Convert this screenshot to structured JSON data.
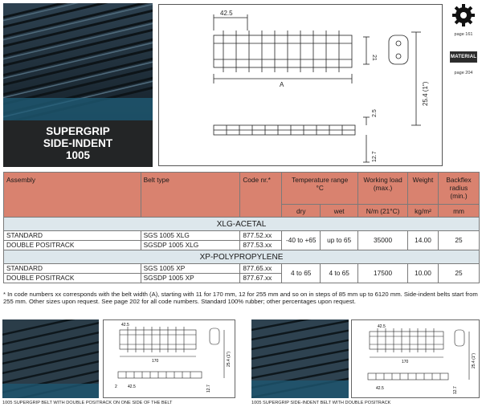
{
  "product": {
    "title_line1": "SUPERGRIP",
    "title_line2": "SIDE-INDENT",
    "title_line3": "1005"
  },
  "drawing": {
    "dim_pitch": "42.5",
    "dim_width_label": "A",
    "dim_thickness": "21",
    "dim_height": "25.4 (1\")",
    "dim_grip": "2.5",
    "dim_bottom": "12.7"
  },
  "references": {
    "sprocket_page": "page 161",
    "material_label": "MATERIAL",
    "material_page": "page 204"
  },
  "table": {
    "headers": {
      "assembly": "Assembly",
      "belt_type": "Belt type",
      "code": "Code nr.*",
      "temperature": "Temperature range",
      "temperature_unit": "°C",
      "load": "Working load (max.)",
      "weight": "Weight",
      "backflex": "Backflex radius (min.)",
      "dry": "dry",
      "wet": "wet",
      "load_unit": "N/m (21°C)",
      "weight_unit": "kg/m²",
      "backflex_unit": "mm"
    },
    "sections": [
      {
        "name": "XLG-ACETAL",
        "rows": [
          {
            "assembly": "STANDARD",
            "belt_type": "SGS 1005 XLG",
            "code": "877.52.xx"
          },
          {
            "assembly": "DOUBLE POSITRACK",
            "belt_type": "SGSDP 1005 XLG",
            "code": "877.53.xx"
          }
        ],
        "dry": "-40 to +65",
        "wet": "up to 65",
        "load": "35000",
        "weight": "14.00",
        "backflex": "25"
      },
      {
        "name": "XP-POLYPROPYLENE",
        "rows": [
          {
            "assembly": "STANDARD",
            "belt_type": "SGS 1005 XP",
            "code": "877.65.xx"
          },
          {
            "assembly": "DOUBLE POSITRACK",
            "belt_type": "SGSDP 1005 XP",
            "code": "877.67.xx"
          }
        ],
        "dry": "4 to 65",
        "wet": "4 to 65",
        "load": "17500",
        "weight": "10.00",
        "backflex": "25"
      }
    ]
  },
  "footnote": "* In code numbers xx corresponds with the belt width (A), starting with 11 for 170 mm, 12 for 255 mm and so on in steps of 85 mm up to 6120 mm. Side-indent belts start from 255 mm. Other sizes upon request. See page 202 for all code numbers. Standard 100% rubber; other percentages upon request.",
  "bottom": {
    "left_caption": "1005 SUPERGRIP BELT WITH DOUBLE POSITRACK ON ONE SIDE OF THE BELT",
    "right_caption": "1005 SUPERGRIP SIDE-INDENT BELT WITH DOUBLE POSITRACK",
    "left_dims": {
      "pitch": "42.5",
      "width": "170",
      "height": "25.4 (1\")",
      "offset": "42.5",
      "gap": "2",
      "bottom": "12.7"
    },
    "right_dims": {
      "pitch": "42.5",
      "width": "170",
      "height": "25.4 (1\")",
      "offset": "42.5",
      "bottom": "12.7"
    }
  },
  "colors": {
    "header_bg": "#d9826f",
    "section_bg": "#dde7ec",
    "title_bg": "#232526"
  }
}
